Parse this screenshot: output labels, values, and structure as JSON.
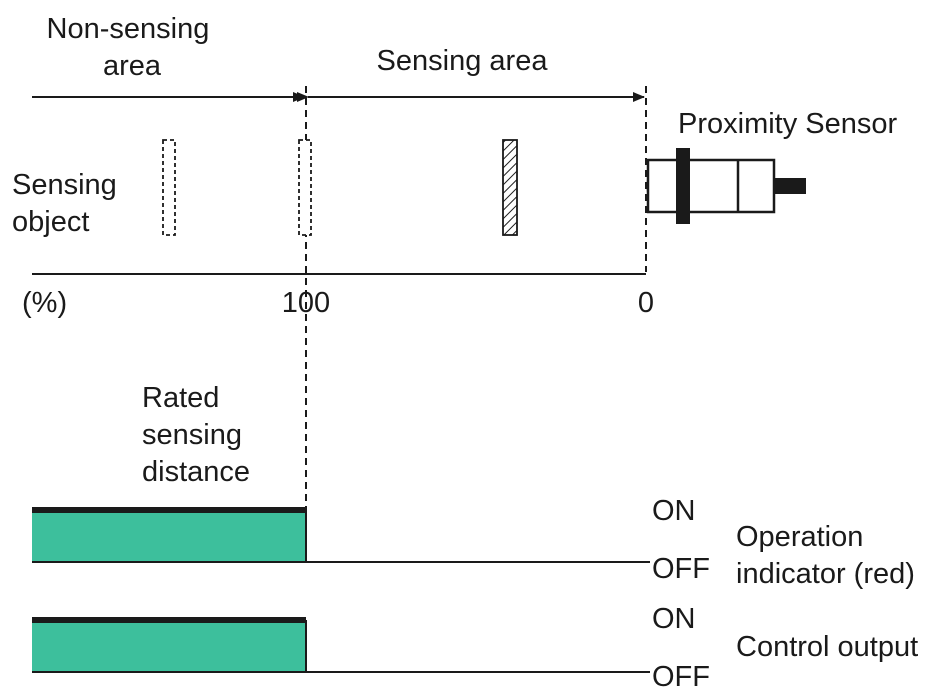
{
  "top_labels": {
    "non_sensing_area": [
      "Non-sensing",
      "area"
    ],
    "sensing_area": "Sensing area",
    "proximity_sensor": "Proximity Sensor"
  },
  "sensing_object": [
    "Sensing",
    "object"
  ],
  "scale": {
    "unit": "(%)",
    "left_tick": "100",
    "right_tick": "0"
  },
  "rated_sensing_distance": [
    "Rated",
    "sensing",
    "distance"
  ],
  "signals": [
    {
      "name": "Operation indicator (red)",
      "name_lines": [
        "Operation",
        "indicator (red)"
      ],
      "on_label": "ON",
      "off_label": "OFF",
      "on_range_percent": [
        100,
        "beyond"
      ]
    },
    {
      "name": "Control output",
      "name_lines": [
        "Control output"
      ],
      "on_label": "ON",
      "off_label": "OFF",
      "on_range_percent": [
        100,
        "beyond"
      ]
    }
  ],
  "colors": {
    "on_fill": "#3dbf9c",
    "line": "#1a1a1a",
    "background": "#ffffff"
  }
}
